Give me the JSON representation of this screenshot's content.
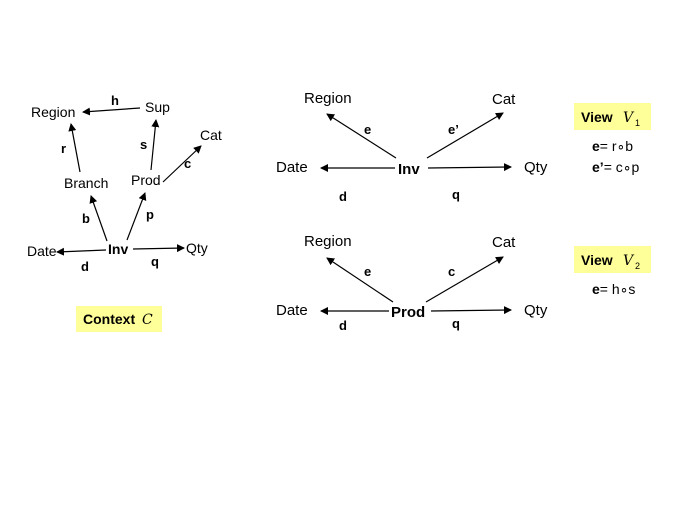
{
  "context": {
    "nodes": {
      "region": "Region",
      "sup": "Sup",
      "cat": "Cat",
      "branch": "Branch",
      "prod": "Prod",
      "date": "Date",
      "inv": "Inv",
      "qty": "Qty"
    },
    "edges": {
      "h": "h",
      "r": "r",
      "s": "s",
      "c": "c",
      "b": "b",
      "p": "p",
      "d": "d",
      "q": "q"
    },
    "label": {
      "word": "Context",
      "symbol": "C"
    }
  },
  "view1": {
    "nodes": {
      "region": "Region",
      "cat": "Cat",
      "date": "Date",
      "inv": "Inv",
      "qty": "Qty"
    },
    "edges": {
      "e": "e",
      "e_prime": "e’",
      "d": "d",
      "q": "q"
    },
    "label": {
      "word": "View",
      "symbol": "V",
      "subscript": "1"
    },
    "definitions": [
      {
        "name": "e",
        "rhs": "= r∘b"
      },
      {
        "name": "e’",
        "rhs": "= c∘p"
      }
    ]
  },
  "view2": {
    "nodes": {
      "region": "Region",
      "cat": "Cat",
      "date": "Date",
      "prod": "Prod",
      "qty": "Qty"
    },
    "edges": {
      "e": "e",
      "c": "c",
      "d": "d",
      "q": "q"
    },
    "label": {
      "word": "View",
      "symbol": "V",
      "subscript": "2"
    },
    "definitions": [
      {
        "name": "e",
        "rhs": "= h∘s"
      }
    ]
  }
}
